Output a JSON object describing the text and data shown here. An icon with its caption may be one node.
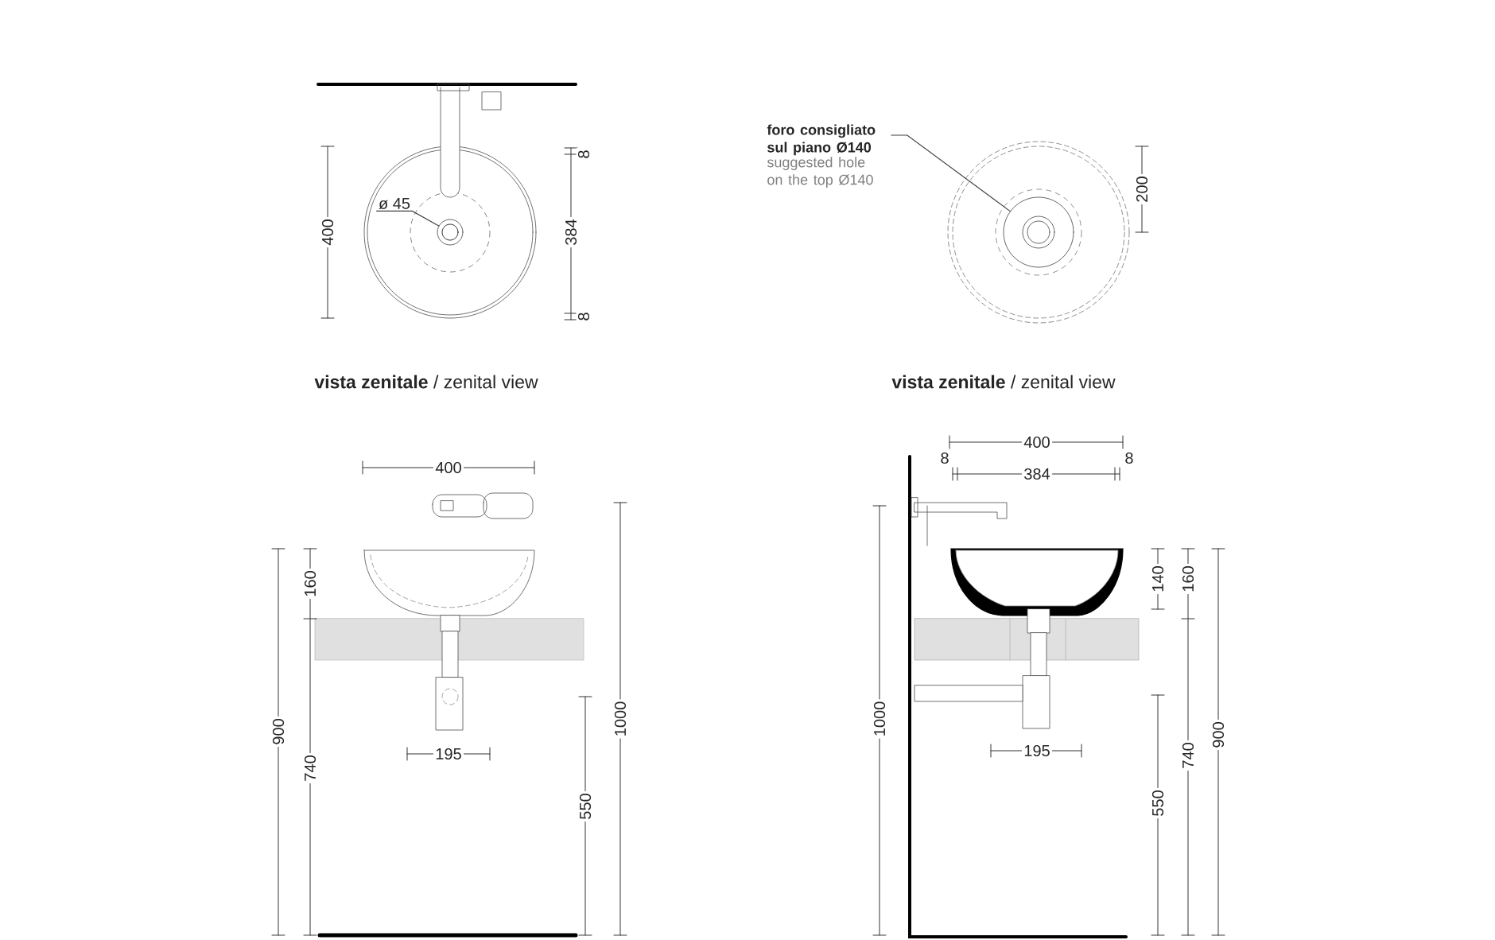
{
  "diagram": {
    "nodes": [
      {
        "text": [
          "ø 45"
        ]
      },
      {
        "text": [],
        "shape": "circle"
      },
      {
        "text": [
          "foro consigliato sul piano Ø140",
          "suggested hole on the top Ø140"
        ]
      },
      {
        "text": [],
        "shape": "circle"
      }
    ],
    "edges": [
      {
        "from": 0,
        "to": 1,
        "arrow": "none"
      },
      {
        "from": 2,
        "to": 3,
        "arrow": "none"
      }
    ],
    "labels": [
      "400",
      "8",
      "384",
      "8",
      "**vista zenitale** / zenital view",
      "200",
      "**vista zenitale** / zenital view",
      "400",
      "160",
      "900",
      "740",
      "195",
      "1000",
      "550",
      "400",
      "8",
      "384",
      "8",
      "1000",
      "140",
      "160",
      "900",
      "740",
      "195",
      "550"
    ]
  }
}
